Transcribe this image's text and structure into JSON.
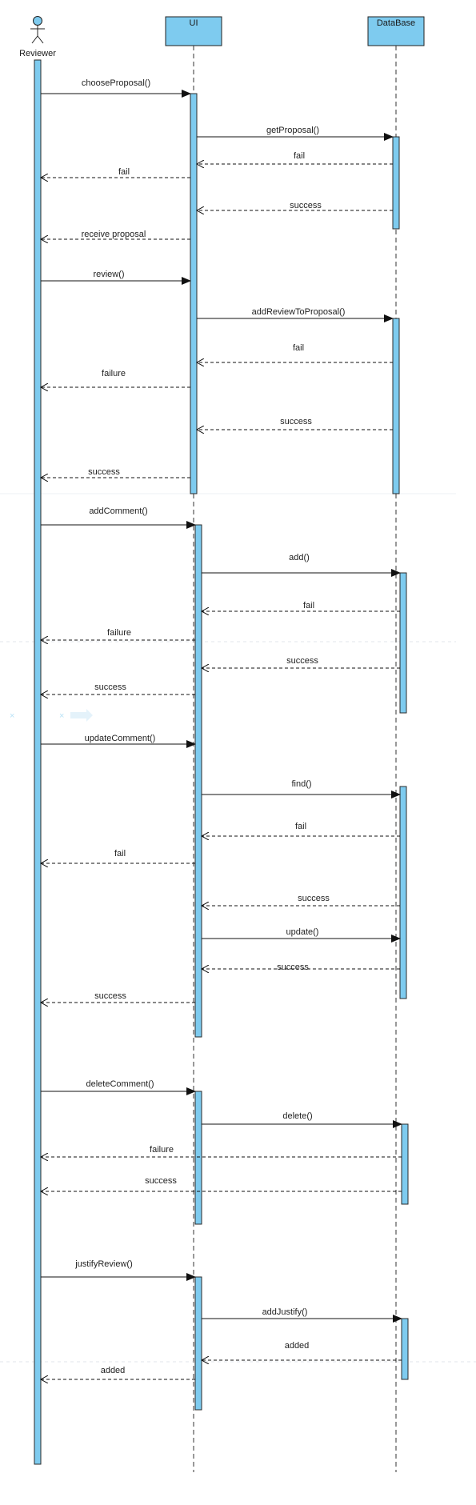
{
  "participants": {
    "reviewer": "Reviewer",
    "ui": "UI",
    "database": "DataBase"
  },
  "messages": [
    {
      "text": "chooseProposal()",
      "from": "reviewer",
      "to": "ui",
      "kind": "sync"
    },
    {
      "text": "getProposal()",
      "from": "ui",
      "to": "database",
      "kind": "sync"
    },
    {
      "text": "fail",
      "from": "database",
      "to": "ui",
      "kind": "return"
    },
    {
      "text": "fail",
      "from": "ui",
      "to": "reviewer",
      "kind": "return"
    },
    {
      "text": "success",
      "from": "database",
      "to": "ui",
      "kind": "return"
    },
    {
      "text": "receive proposal",
      "from": "ui",
      "to": "reviewer",
      "kind": "return"
    },
    {
      "text": "review()",
      "from": "reviewer",
      "to": "ui",
      "kind": "sync"
    },
    {
      "text": "addReviewToProposal()",
      "from": "ui",
      "to": "database",
      "kind": "sync"
    },
    {
      "text": "fail",
      "from": "database",
      "to": "ui",
      "kind": "return"
    },
    {
      "text": "failure",
      "from": "ui",
      "to": "reviewer",
      "kind": "return"
    },
    {
      "text": "success",
      "from": "database",
      "to": "ui",
      "kind": "return"
    },
    {
      "text": "success",
      "from": "ui",
      "to": "reviewer",
      "kind": "return"
    },
    {
      "text": "addComment()",
      "from": "reviewer",
      "to": "ui",
      "kind": "sync"
    },
    {
      "text": "add()",
      "from": "ui",
      "to": "database",
      "kind": "sync"
    },
    {
      "text": "fail",
      "from": "database",
      "to": "ui",
      "kind": "return"
    },
    {
      "text": "failure",
      "from": "ui",
      "to": "reviewer",
      "kind": "return"
    },
    {
      "text": "success",
      "from": "database",
      "to": "ui",
      "kind": "return"
    },
    {
      "text": "success",
      "from": "ui",
      "to": "reviewer",
      "kind": "return"
    },
    {
      "text": "updateComment()",
      "from": "reviewer",
      "to": "ui",
      "kind": "sync"
    },
    {
      "text": "find()",
      "from": "ui",
      "to": "database",
      "kind": "sync"
    },
    {
      "text": "fail",
      "from": "database",
      "to": "ui",
      "kind": "return"
    },
    {
      "text": "fail",
      "from": "ui",
      "to": "reviewer",
      "kind": "return"
    },
    {
      "text": "success",
      "from": "database",
      "to": "ui",
      "kind": "return"
    },
    {
      "text": "update()",
      "from": "ui",
      "to": "database",
      "kind": "sync"
    },
    {
      "text": "success",
      "from": "database",
      "to": "ui",
      "kind": "return"
    },
    {
      "text": "success",
      "from": "ui",
      "to": "reviewer",
      "kind": "return"
    },
    {
      "text": "deleteComment()",
      "from": "reviewer",
      "to": "ui",
      "kind": "sync"
    },
    {
      "text": "delete()",
      "from": "ui",
      "to": "database",
      "kind": "sync"
    },
    {
      "text": "failure",
      "from": "database",
      "to": "reviewer",
      "kind": "return"
    },
    {
      "text": "success",
      "from": "database",
      "to": "reviewer",
      "kind": "return"
    },
    {
      "text": "justifyReview()",
      "from": "reviewer",
      "to": "ui",
      "kind": "sync"
    },
    {
      "text": "addJustify()",
      "from": "ui",
      "to": "database",
      "kind": "sync"
    },
    {
      "text": "added",
      "from": "database",
      "to": "ui",
      "kind": "return"
    },
    {
      "text": "added",
      "from": "ui",
      "to": "reviewer",
      "kind": "return"
    }
  ],
  "colors": {
    "activation_fill": "#7ecbef",
    "activation_stroke": "#2b2b2b",
    "header_fill": "#7ecbef",
    "line": "#1a1a1a"
  }
}
